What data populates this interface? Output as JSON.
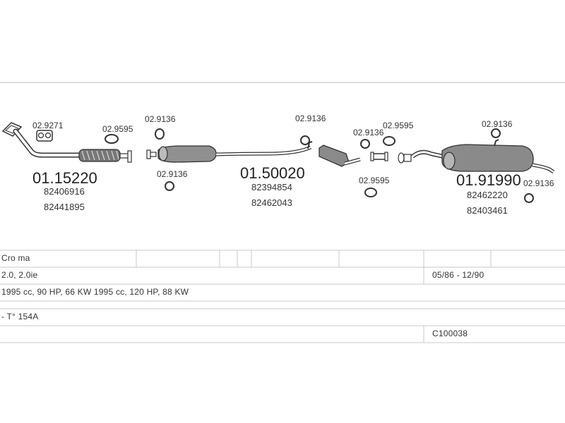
{
  "labels": {
    "clamp_1": "02.9271",
    "gasket_1": "02.9595",
    "ring_1": "02.9136",
    "ring_2": "02.9136",
    "ring_3": "02.9136",
    "ring_4": "02.9136",
    "gasket_2": "02.9595",
    "gasket_3": "02.9595",
    "ring_5": "02.9136",
    "ring_6": "02.9136"
  },
  "parts": {
    "front_pipe": {
      "number": "01.15220",
      "oem": [
        "82406916",
        "82441895"
      ]
    },
    "middle_silencer": {
      "number": "01.50020",
      "oem": [
        "82394854",
        "82462043"
      ]
    },
    "rear_silencer": {
      "number": "01.91990",
      "oem": [
        "82462220",
        "82403461"
      ]
    }
  },
  "table": {
    "model": "Cro ma",
    "engine": "2.0, 2.0ie",
    "period": "05/86 - 12/90",
    "specs": "1995 cc, 90 HP, 66 KW 1995 cc, 120 HP, 88 KW",
    "code": "- T° 154A",
    "ref": "C100038"
  }
}
